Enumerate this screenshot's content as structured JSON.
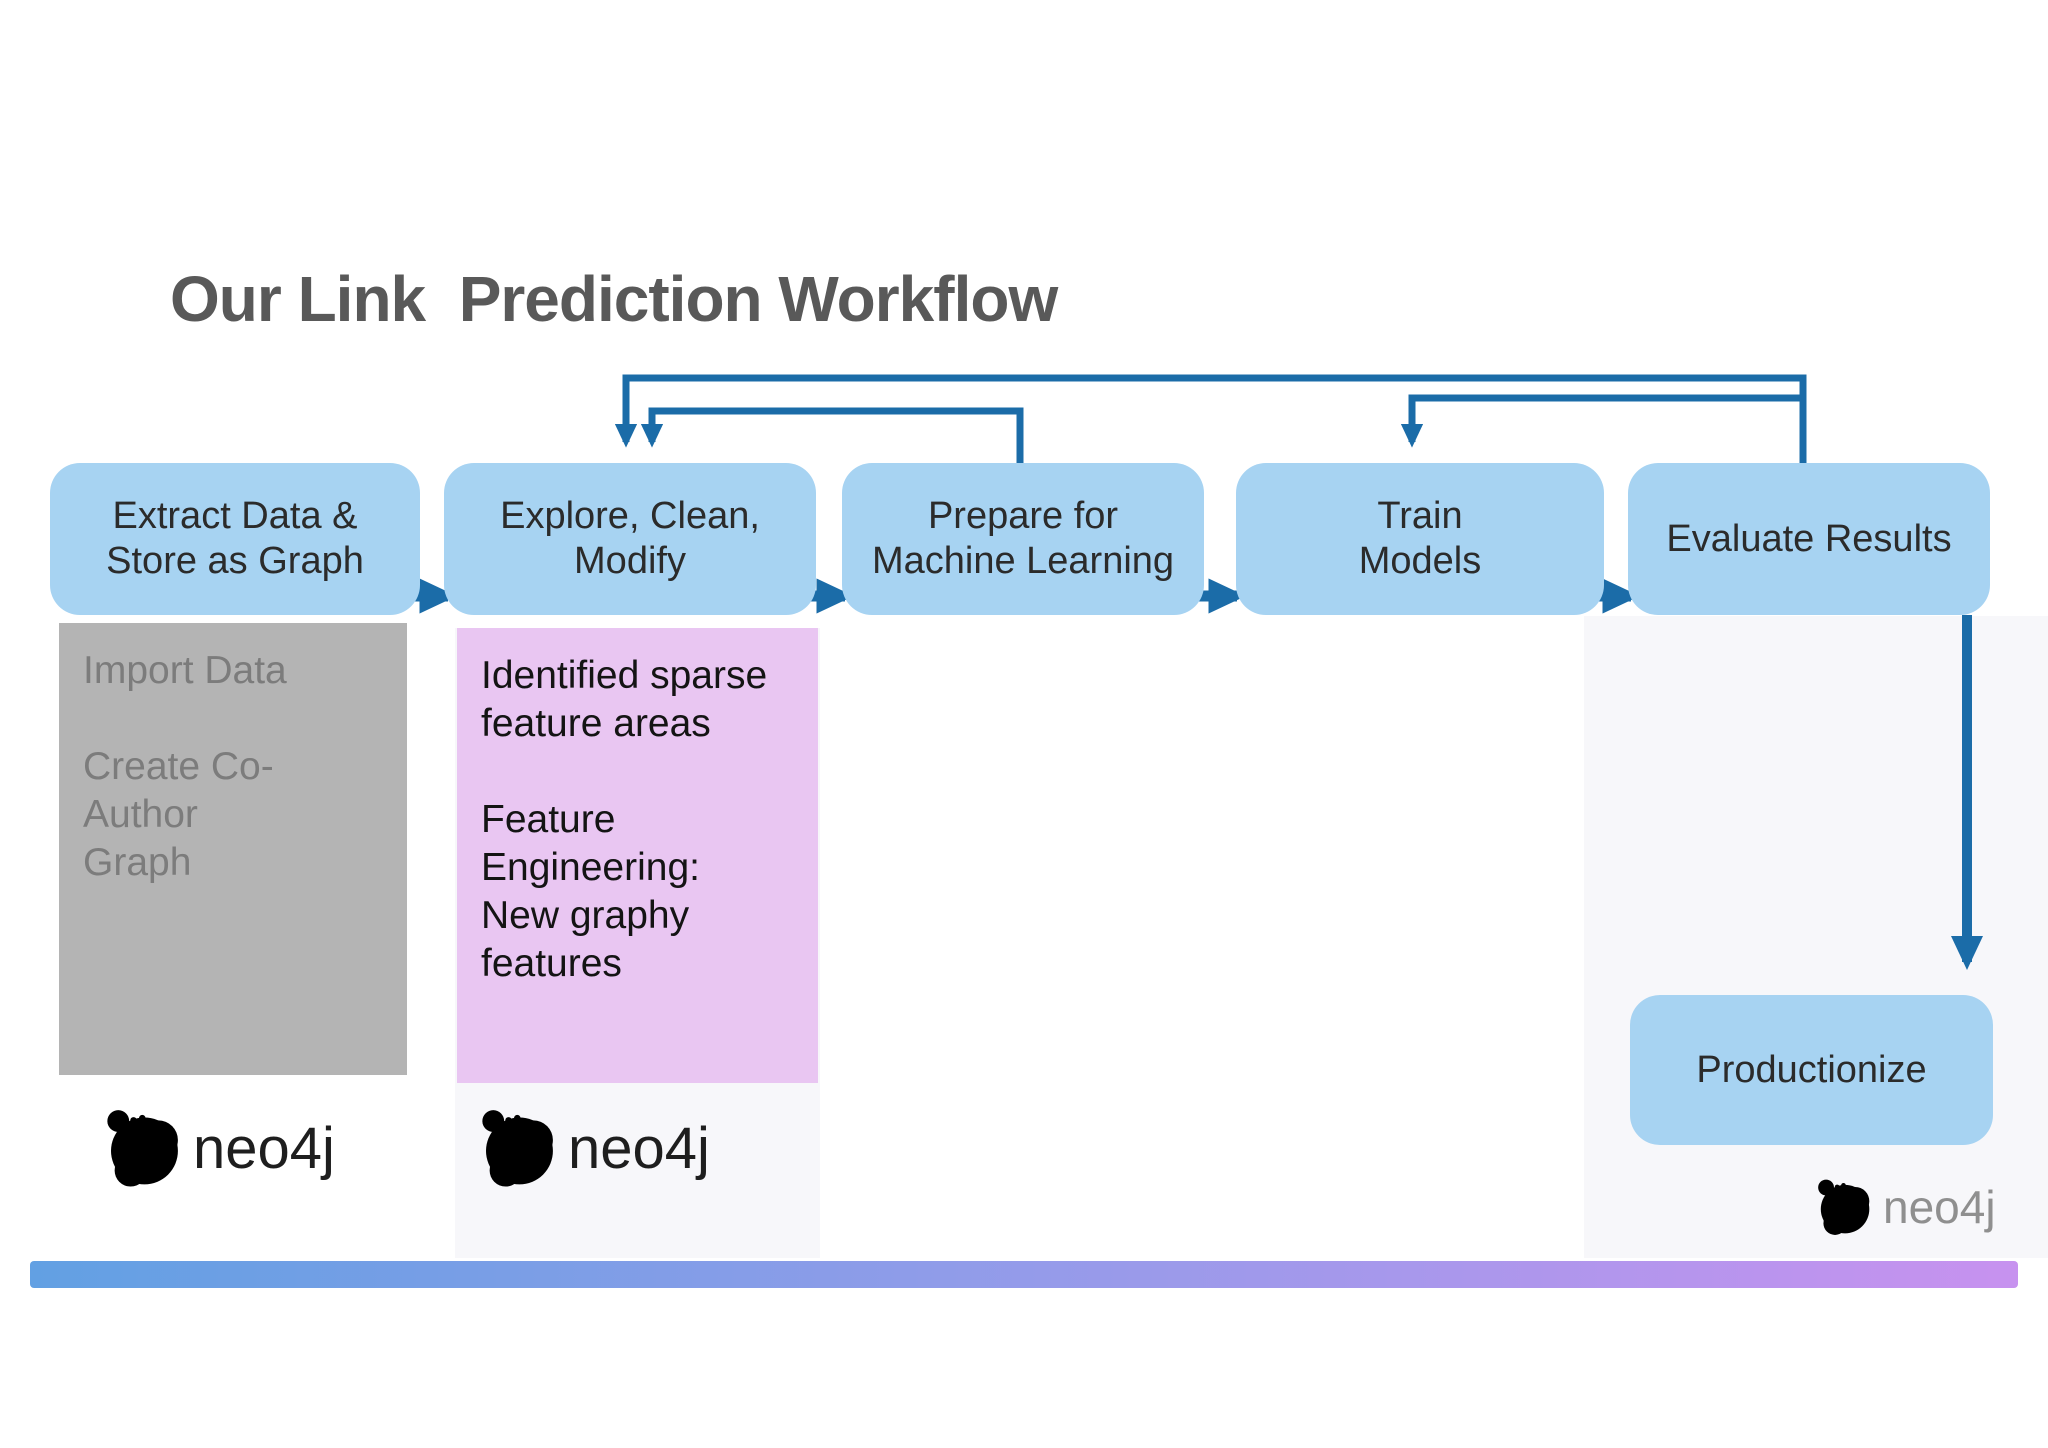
{
  "title": "Our Link  Prediction Workflow",
  "workflow": {
    "steps": [
      {
        "label": "Extract Data &\nStore as Graph"
      },
      {
        "label": "Explore, Clean,\nModify"
      },
      {
        "label": "Prepare for\nMachine Learning"
      },
      {
        "label": "Train\nModels"
      },
      {
        "label": "Evaluate Results"
      },
      {
        "label": "Productionize"
      }
    ],
    "notes": [
      {
        "under_step": "Extract Data & Store as Graph",
        "style": "gray",
        "text": "Import Data\n\nCreate Co-Author\nGraph"
      },
      {
        "under_step": "Explore, Clean, Modify",
        "style": "pink",
        "text": "Identified sparse\nfeature areas\n\nFeature\nEngineering:\nNew graphy\nfeatures"
      }
    ],
    "connections": [
      "Extract Data & Store as Graph -> Explore, Clean, Modify",
      "Explore, Clean, Modify -> Prepare for Machine Learning",
      "Prepare for Machine Learning -> Train Models",
      "Train Models -> Evaluate Results",
      "Evaluate Results -> Explore, Clean, Modify (feedback)",
      "Evaluate Results -> Train Models (feedback)",
      "Prepare for Machine Learning -> Explore, Clean, Modify (feedback)",
      "Evaluate Results -> Productionize"
    ]
  },
  "logos": [
    {
      "text": "neo4j",
      "variant": "color"
    },
    {
      "text": "neo4j",
      "variant": "color"
    },
    {
      "text": "neo4j",
      "variant": "gray"
    }
  ],
  "colors": {
    "title_text": "#595959",
    "step_fill": "#a7d3f2",
    "arrow_color": "#1b6ca8",
    "gray_note_bg": "#b4b4b4",
    "gray_note_text": "#7c7c7c",
    "pink_note_bg": "#e9c6f2",
    "neo4j_blue": "#2490cf",
    "neo4j_green": "#6fb53f",
    "bar_left": "#62a0e3",
    "bar_right": "#c792ef"
  }
}
